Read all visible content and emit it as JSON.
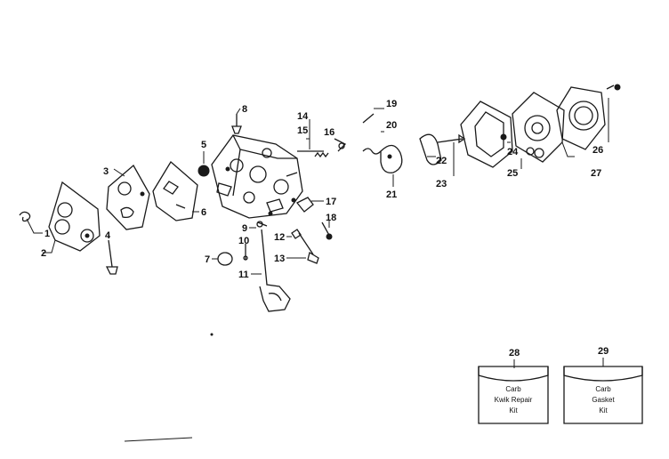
{
  "callouts": [
    "1",
    "2",
    "3",
    "4",
    "5",
    "6",
    "7",
    "8",
    "9",
    "10",
    "11",
    "12",
    "13",
    "14",
    "15",
    "16",
    "17",
    "18",
    "19",
    "20",
    "21",
    "22",
    "23",
    "24",
    "25",
    "26",
    "27",
    "28",
    "29"
  ],
  "kits": [
    {
      "callout": "28",
      "lines": [
        "Carb",
        "Kwik Repair",
        "Kit"
      ]
    },
    {
      "callout": "29",
      "lines": [
        "Carb",
        "Gasket",
        "Kit"
      ]
    }
  ],
  "icons": [
    "exploded-parts-drawing"
  ]
}
